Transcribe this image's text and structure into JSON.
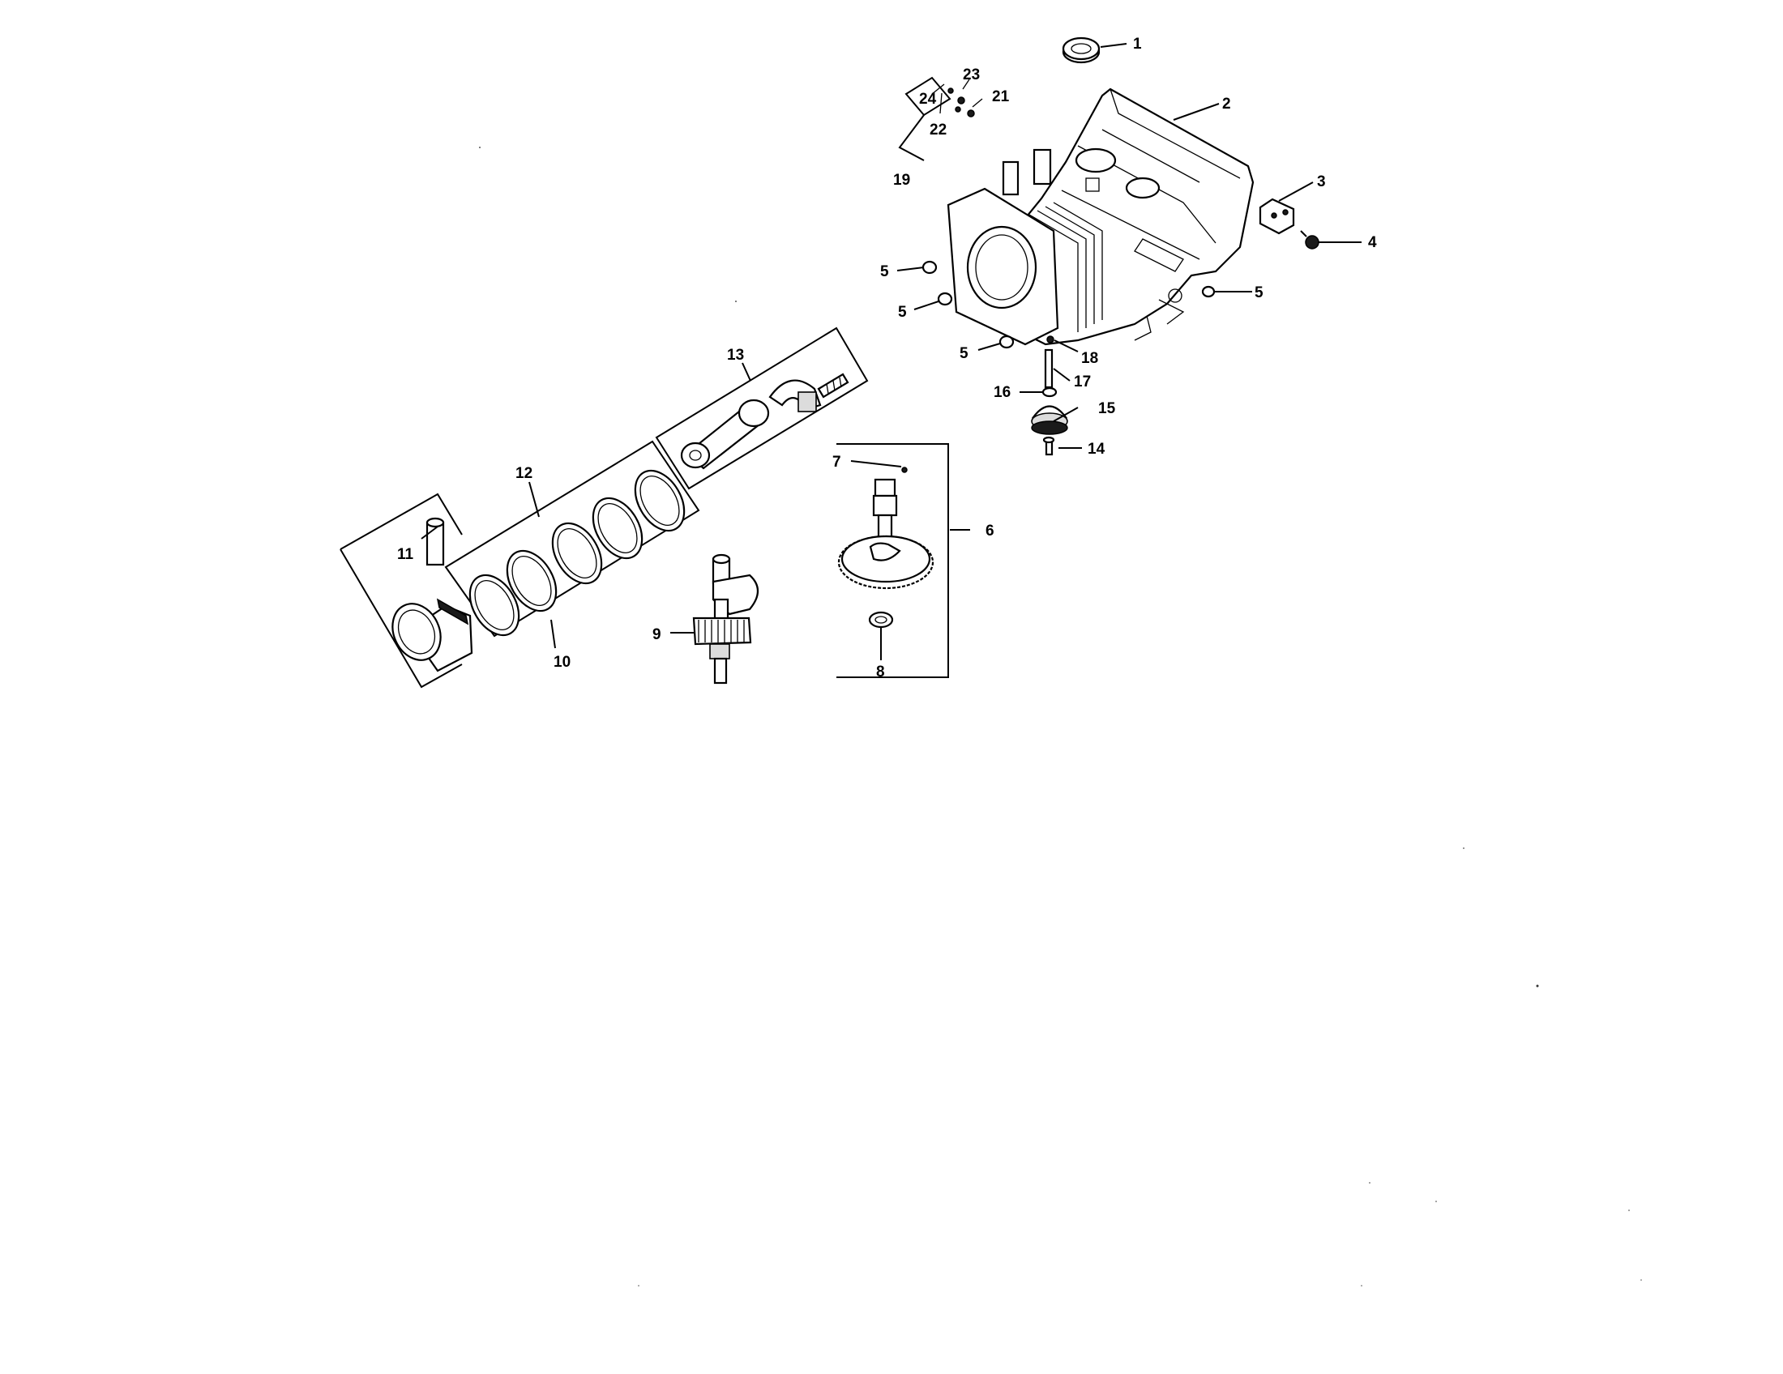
{
  "callouts": {
    "c1": "1",
    "c2": "2",
    "c3": "3",
    "c4": "4",
    "c5a": "5",
    "c5b": "5",
    "c5c": "5",
    "c5d": "5",
    "c6": "6",
    "c7": "7",
    "c8": "8",
    "c9": "9",
    "c10": "10",
    "c11": "11",
    "c12": "12",
    "c13": "13",
    "c14": "14",
    "c15": "15",
    "c16": "16",
    "c17": "17",
    "c18": "18",
    "c19": "19",
    "c21": "21",
    "c22": "22",
    "c23": "23",
    "c24": "24"
  }
}
